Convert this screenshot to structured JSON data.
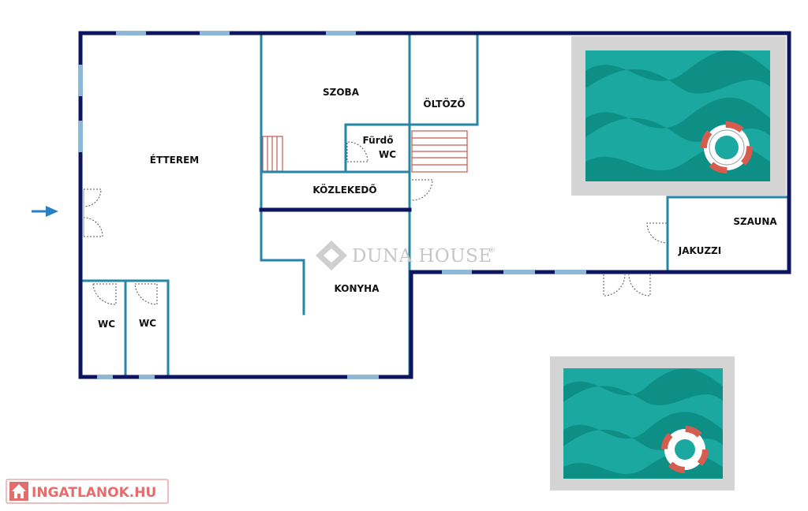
{
  "rooms": {
    "etterem": "ÉTTEREM",
    "szoba": "SZOBA",
    "furdo": "Fürdő",
    "furdo_wc": "WC",
    "oltozo": "ÖLTÖZŐ",
    "kozlekedo": "KÖZLEKEDŐ",
    "konyha": "KONYHA",
    "wc1": "WC",
    "wc2": "WC",
    "szauna": "SZAUNA",
    "jakuzzi": "JAKUZZI"
  },
  "watermark": "DUNA HOUSE",
  "watermark_mark": "®",
  "badge": "INGATLANOK.HU",
  "colors": {
    "outer_wall": "#0e1560",
    "inner_wall": "#2586a6",
    "window": "#8fb8d6",
    "pool_water": "#1aa8a0",
    "pool_wave": "#0d8f86",
    "pool_frame": "#d4d4d4",
    "stairs": "#c65a50",
    "arrow": "#2a7fc2",
    "badge": "#e36d6d"
  },
  "icons": [
    "entrance-arrow-icon",
    "lifebuoy-icon",
    "duna-house-logo-icon",
    "home-icon"
  ]
}
